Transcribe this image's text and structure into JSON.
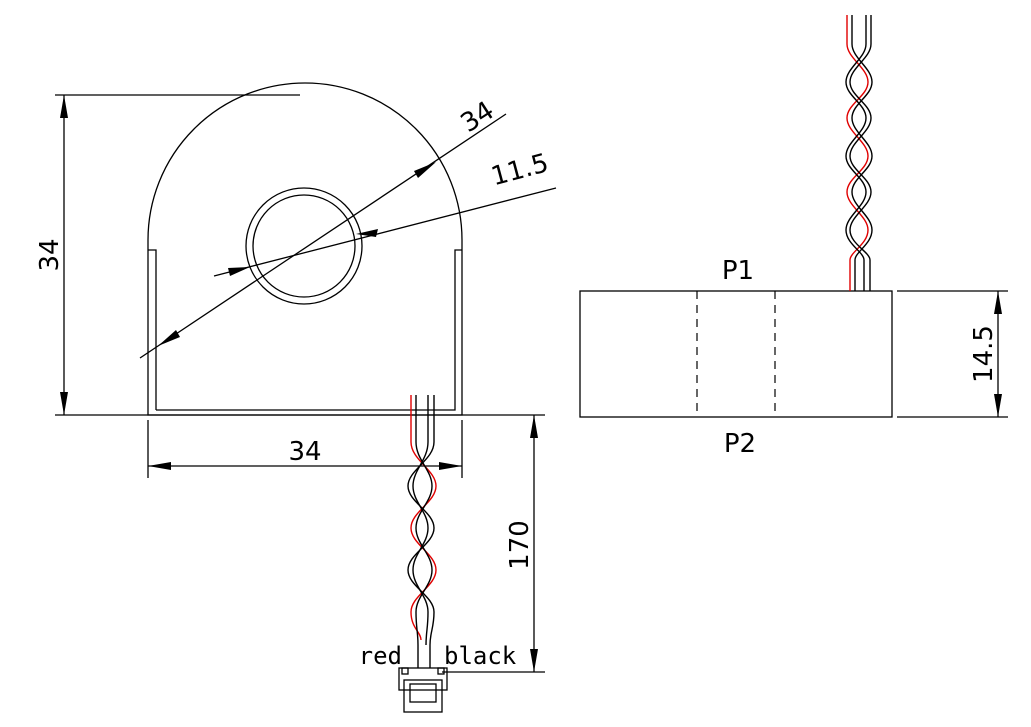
{
  "dimensions": {
    "height_front": "34",
    "width_front": "34",
    "outer_diameter": "34",
    "inner_diameter": "11.5",
    "lead_length": "170",
    "thickness": "14.5"
  },
  "terminals": {
    "p1": "P1",
    "p2": "P2"
  },
  "wires": {
    "red_label": "red",
    "black_label": "black"
  },
  "colors": {
    "line": "#000000",
    "red_wire": "#e00000"
  }
}
